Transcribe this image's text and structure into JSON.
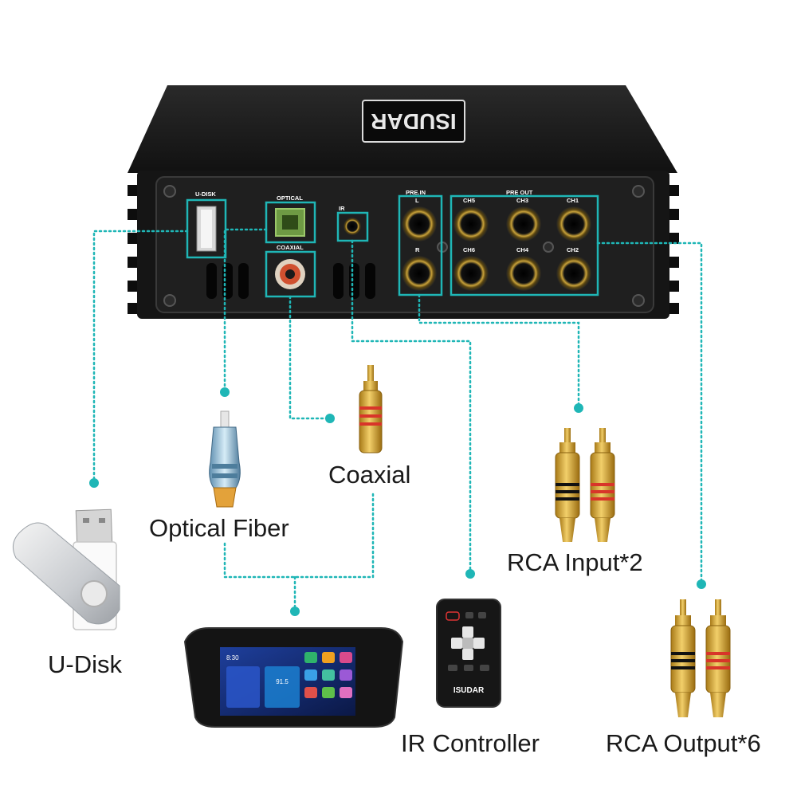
{
  "device": {
    "brand_badge": "ISUDAR",
    "ports": {
      "u_disk": "U-DISK",
      "optical": "OPTICAL",
      "coaxial": "COAXIAL",
      "ir": "IR",
      "pre_in": "PRE.IN",
      "pre_in_l": "L",
      "pre_in_r": "R",
      "pre_out": "PRE OUT",
      "ch5": "CH5",
      "ch3": "CH3",
      "ch1": "CH1",
      "ch6": "CH6",
      "ch4": "CH4",
      "ch2": "CH2"
    }
  },
  "labels": {
    "u_disk": "U-Disk",
    "optical_fiber": "Optical Fiber",
    "coaxial": "Coaxial",
    "rca_input": "RCA Input*2",
    "ir_controller": "IR Controller",
    "rca_output": "RCA Output*6"
  },
  "remote": {
    "brand": "ISUDAR"
  },
  "head_unit": {
    "time": "8:30",
    "radio_freq": "91.5"
  },
  "colors": {
    "connector_line": "#1fb6b6",
    "device_body": "#1b1b1b",
    "rca_gold": "#d9a630",
    "rca_red_stripe": "#d8352a",
    "rca_black_stripe": "#111111"
  }
}
